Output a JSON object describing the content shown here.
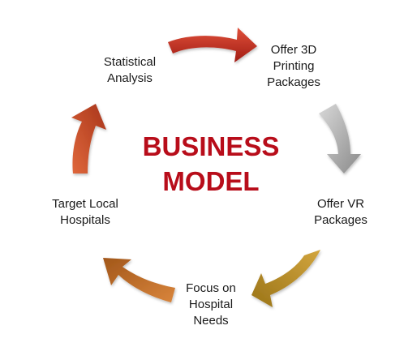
{
  "title": {
    "line1": "BUSINESS",
    "line2": "MODEL",
    "color": "#b80d1a"
  },
  "stages": [
    {
      "label": "Offer 3D\nPrinting\nPackages"
    },
    {
      "label": "Offer VR\nPackages"
    },
    {
      "label": "Focus on\nHospital\nNeeds"
    },
    {
      "label": "Target Local\nHospitals"
    },
    {
      "label": "Statistical\nAnalysis"
    }
  ],
  "arrows": [
    {
      "from": "Statistical Analysis",
      "to": "Offer 3D Printing Packages",
      "color_light": "#e0503a",
      "color_dark": "#a01c14"
    },
    {
      "from": "Offer 3D Printing Packages",
      "to": "Offer VR Packages",
      "color_light": "#d8d8d8",
      "color_dark": "#8a8a8a"
    },
    {
      "from": "Offer VR Packages",
      "to": "Focus on Hospital Needs",
      "color_light": "#d2a53e",
      "color_dark": "#9a7418"
    },
    {
      "from": "Focus on Hospital Needs",
      "to": "Target Local Hospitals",
      "color_light": "#d9853c",
      "color_dark": "#a2571a"
    },
    {
      "from": "Target Local Hospitals",
      "to": "Statistical Analysis",
      "color_light": "#e0683c",
      "color_dark": "#a8351a"
    }
  ]
}
